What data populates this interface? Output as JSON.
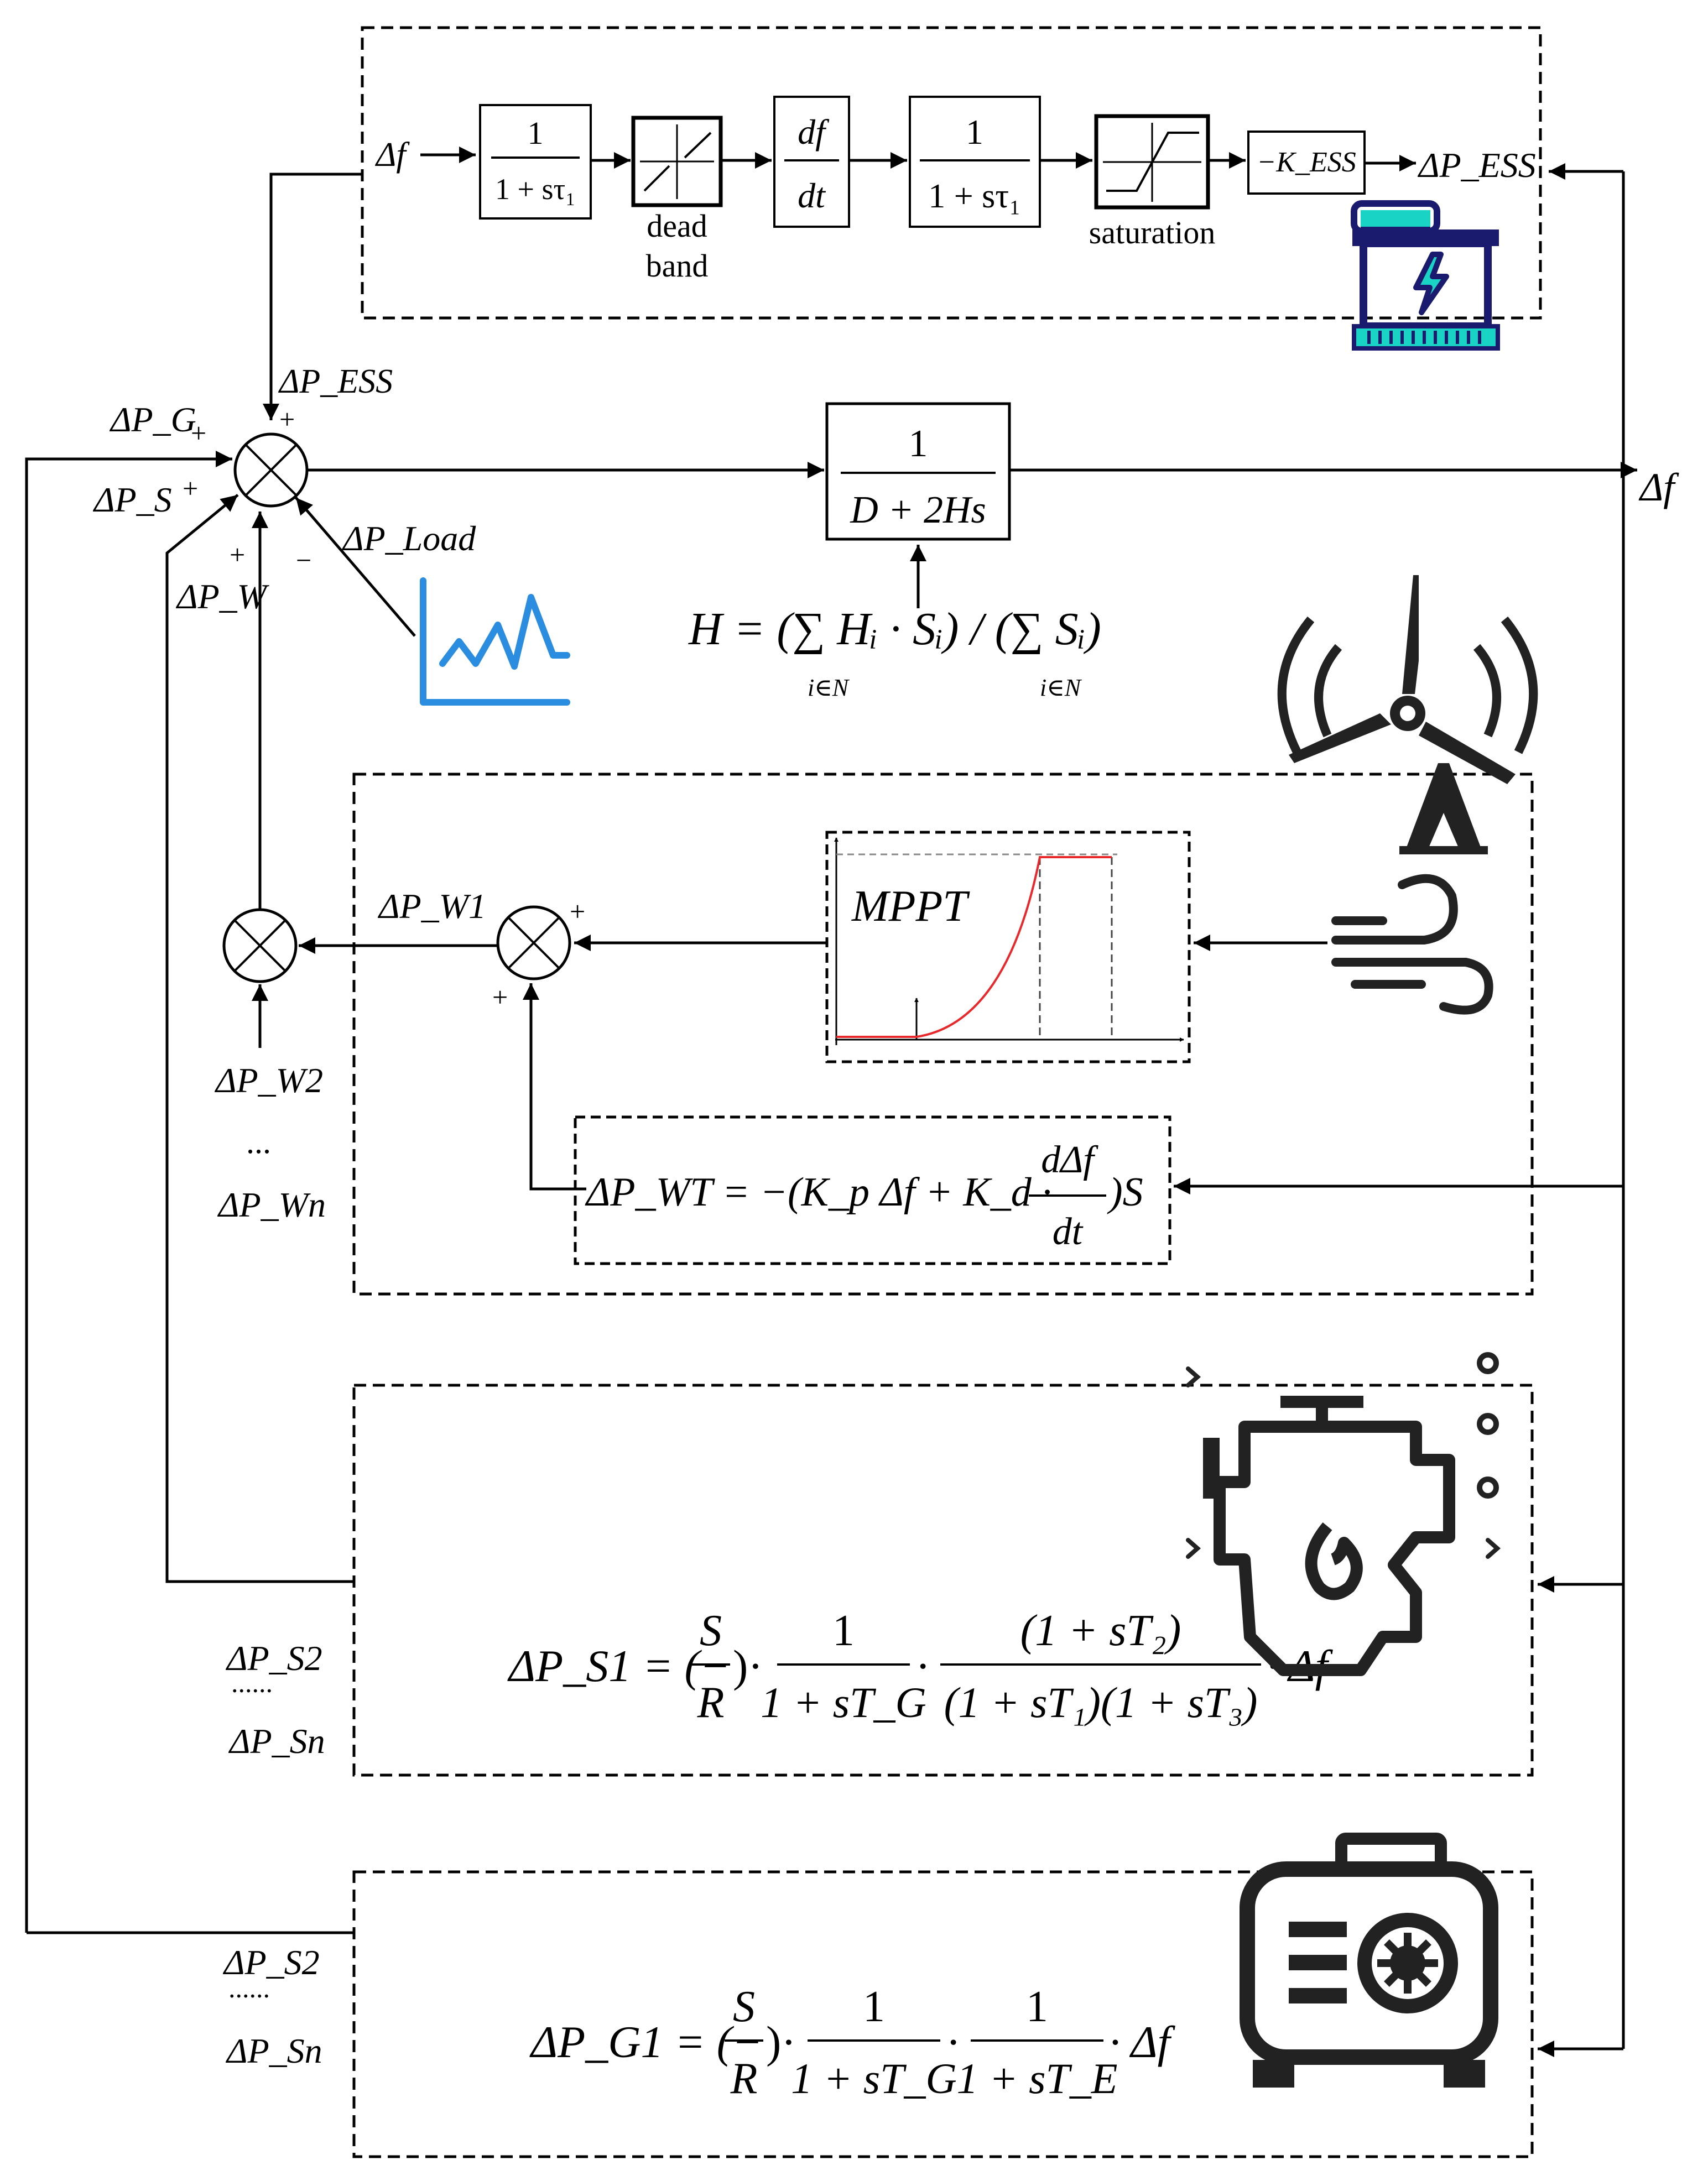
{
  "ess": {
    "input": "Δf",
    "lpf1": {
      "num": "1",
      "den": "1 + sτ₁"
    },
    "deadband_label": [
      "dead",
      "band"
    ],
    "derivative": {
      "num": "df",
      "den": "dt"
    },
    "lpf2": {
      "num": "1",
      "den": "1 + sτ₁"
    },
    "saturation_label": "saturation",
    "gain": "−K_ESS",
    "output": "ΔP_ESS"
  },
  "main": {
    "sum_labels": {
      "pess": "ΔP_ESS",
      "pg": "ΔP_G",
      "ps": "ΔP_S",
      "pw": "ΔP_W",
      "pload": "ΔP_Load",
      "plus1": "+",
      "plus2": "+",
      "plus3": "+",
      "plus4": "+",
      "minus": "−"
    },
    "tf": {
      "num": "1",
      "den": "D + 2Hs"
    },
    "output": "Δf",
    "inertia": "H = (∑ Hᵢ · Sᵢ) / (∑ Sᵢ)",
    "inertia_sub1": "i∈N",
    "inertia_sub2": "i∈N"
  },
  "wind": {
    "pw1": "ΔP_W1",
    "pw2": "ΔP_W2",
    "dots": "...",
    "pwn": "ΔP_Wn",
    "plus_a": "+",
    "plus_b": "+",
    "mppt": "MPPT",
    "control_law": {
      "lhs": "ΔP_WT = −(K_p Δf + K_d ·",
      "frac_num": "dΔf",
      "frac_den": "dt",
      "rhs": ")S"
    }
  },
  "sync": {
    "ps2": "ΔP_S2",
    "dots": "......",
    "psn": "ΔP_Sn",
    "equation": {
      "lhs": "ΔP_S1 = (−",
      "f1n": "S",
      "f1d": "R",
      "mid1": ")·",
      "f2n": "1",
      "f2d": "1 + sT_G",
      "mid2": "·",
      "f3n": "(1 + sT₂)",
      "f3d": "(1 + sT₁)(1 + sT₃)",
      "end": "· Δf"
    }
  },
  "gen": {
    "ps2": "ΔP_S2",
    "dots": "......",
    "psn": "ΔP_Sn",
    "equation": {
      "lhs": "ΔP_G1 = (−",
      "f1n": "S",
      "f1d": "R",
      "mid1": ")·",
      "f2n": "1",
      "f2d": "1 + sT_G",
      "mid2": "·",
      "f3n": "1",
      "f3d": "1 + sT_E",
      "end": "· Δf"
    }
  },
  "icons": [
    "battery-icon",
    "load-chart-icon",
    "wind-turbine-icon",
    "wind-icon",
    "engine-icon",
    "generator-icon"
  ],
  "colors": {
    "line": "#000000",
    "battery": "#1a1a6e",
    "battery_accent": "#19d3c5",
    "load_chart": "#2b8de0",
    "mppt_curve": "#e8282b"
  }
}
